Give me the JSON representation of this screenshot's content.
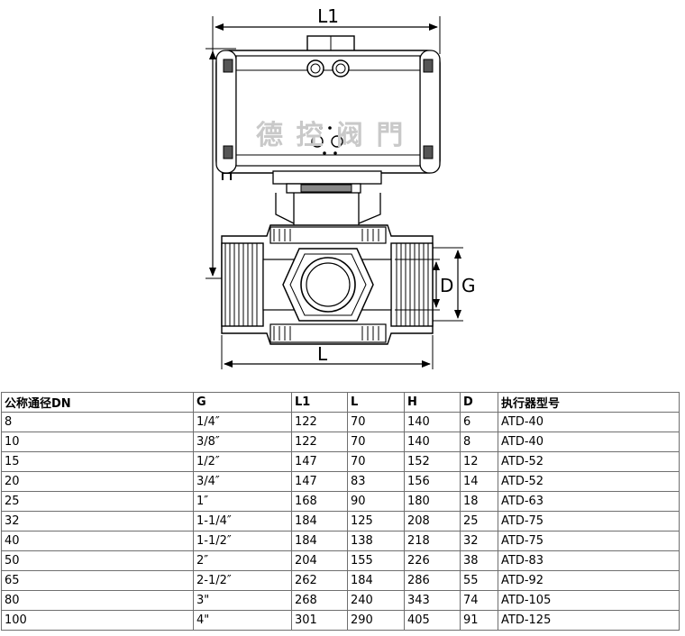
{
  "drawing": {
    "labels": {
      "L1": "L1",
      "H": "H",
      "L": "L",
      "D": "D",
      "G": "G"
    },
    "watermark": "德 控 阀 門"
  },
  "table": {
    "headers": [
      "公称通径DN",
      "G",
      "L1",
      "L",
      "H",
      "D",
      "执行器型号"
    ],
    "rows": [
      [
        "8",
        "1/4″",
        "122",
        "70",
        "140",
        "6",
        "ATD-40"
      ],
      [
        "10",
        "3/8″",
        "122",
        "70",
        "140",
        "8",
        "ATD-40"
      ],
      [
        "15",
        "1/2″",
        "147",
        "70",
        "152",
        "12",
        "ATD-52"
      ],
      [
        "20",
        "3/4″",
        "147",
        "83",
        "156",
        "14",
        "ATD-52"
      ],
      [
        "25",
        "1″",
        "168",
        "90",
        "180",
        "18",
        "ATD-63"
      ],
      [
        "32",
        "1-1/4″",
        "184",
        "125",
        "208",
        "25",
        "ATD-75"
      ],
      [
        "40",
        "1-1/2″",
        "184",
        "138",
        "218",
        "32",
        "ATD-75"
      ],
      [
        "50",
        "2″",
        "204",
        "155",
        "226",
        "38",
        "ATD-83"
      ],
      [
        "65",
        "2-1/2″",
        "262",
        "184",
        "286",
        "55",
        "ATD-92"
      ],
      [
        "80",
        "3\"",
        "268",
        "240",
        "343",
        "74",
        "ATD-105"
      ],
      [
        "100",
        "4\"",
        "301",
        "290",
        "405",
        "91",
        "ATD-125"
      ]
    ]
  }
}
